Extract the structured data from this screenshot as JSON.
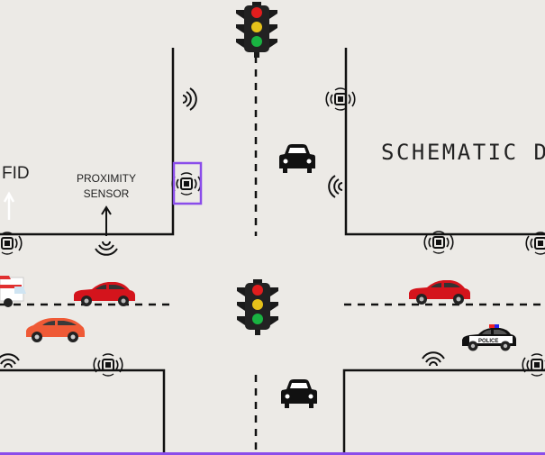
{
  "labels": {
    "rfid": "FID",
    "proximity_line1": "PROXIMITY",
    "proximity_line2": "SENSOR",
    "schematic": "SCHEMATIC D",
    "police": "POLICE"
  },
  "icons": [
    "traffic-light-icon",
    "car-icon",
    "police-car-icon",
    "ambulance-icon",
    "proximity-sensor-icon",
    "signal-wave-icon",
    "arrow-up-icon"
  ],
  "colors": {
    "background": "#eceae6",
    "road_line": "#111111",
    "red_light": "#e11d1d",
    "yellow_light": "#e6c21a",
    "green_light": "#19b341",
    "car_red": "#d4141c",
    "car_orange": "#ef5a36",
    "selection": "#8a4dea"
  }
}
